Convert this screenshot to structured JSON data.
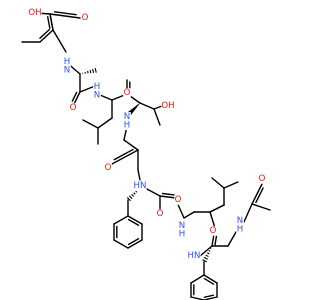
{
  "colors": {
    "bond": "#000000",
    "oxygen": "#ff0d0d",
    "nitrogen": "#3050f8",
    "background": "#ffffff"
  },
  "atoms": {
    "carboxyl_oh": "OH",
    "carboxyl_o": "O",
    "dhb_nh": "H\nN",
    "ala_o": "O",
    "val_nh": "H\nN",
    "val_o": "O",
    "thr_nh": "N\nH",
    "thr_oh": "OH",
    "thr_o": "O",
    "phe_nh": "HN",
    "phe_o": "O",
    "leu_nh": "N\nH",
    "leu_o": "O",
    "phe2_nh": "HN",
    "phe2_o": "O",
    "acetyl_nh": "N\nH",
    "acetyl_o": "O"
  }
}
